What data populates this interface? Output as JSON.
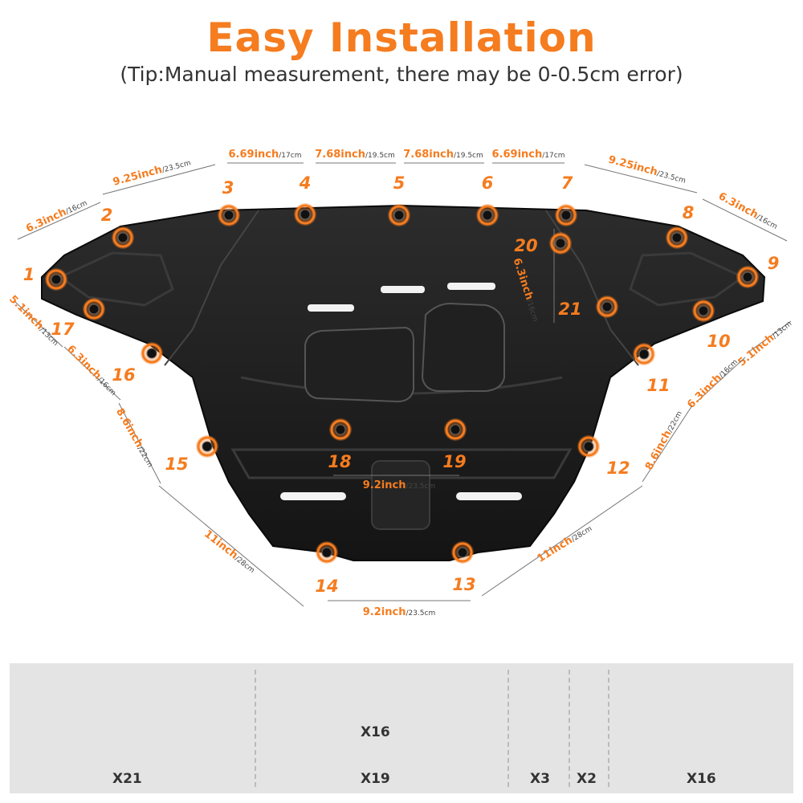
{
  "header": {
    "title": "Easy Installation",
    "subtitle": "(Tip:Manual measurement, there may be 0-0.5cm error)"
  },
  "holes": [
    "1",
    "2",
    "3",
    "4",
    "5",
    "6",
    "7",
    "8",
    "9",
    "10",
    "11",
    "12",
    "13",
    "14",
    "15",
    "16",
    "17",
    "18",
    "19",
    "20",
    "21"
  ],
  "dimensions": [
    {
      "inch": "9.25inch",
      "cm": "/23.5cm"
    },
    {
      "inch": "6.69inch",
      "cm": "/17cm"
    },
    {
      "inch": "7.68inch",
      "cm": "/19.5cm"
    },
    {
      "inch": "7.68inch",
      "cm": "/19.5cm"
    },
    {
      "inch": "6.69inch",
      "cm": "/17cm"
    },
    {
      "inch": "9.25inch",
      "cm": "/23.5cm"
    },
    {
      "inch": "6.3inch",
      "cm": "/16cm"
    },
    {
      "inch": "6.3inch",
      "cm": "/16cm"
    },
    {
      "inch": "5.1inch",
      "cm": "/13cm"
    },
    {
      "inch": "6.3inch",
      "cm": "/16cm"
    },
    {
      "inch": "8.6inch",
      "cm": "/22cm"
    },
    {
      "inch": "5.1inch",
      "cm": "/13cm"
    },
    {
      "inch": "6.3inch",
      "cm": "/16cm"
    },
    {
      "inch": "8.6inch",
      "cm": "/22cm"
    },
    {
      "inch": "11inch",
      "cm": "/28cm"
    },
    {
      "inch": "11inch",
      "cm": "/28cm"
    },
    {
      "inch": "9.2inch",
      "cm": "/23.5cm"
    },
    {
      "inch": "9.2inch",
      "cm": "/23.5cm"
    },
    {
      "inch": "6.3inch",
      "cm": "/16cm"
    }
  ],
  "accessories": {
    "washers": "X21",
    "bolts": "X16",
    "rings": "X19",
    "long_bolts": "X3",
    "screws": "X2",
    "clips": "X16"
  },
  "colors": {
    "accent": "#f57c1f",
    "plate": "#1e1e1e",
    "panel": "#e4e4e4"
  }
}
